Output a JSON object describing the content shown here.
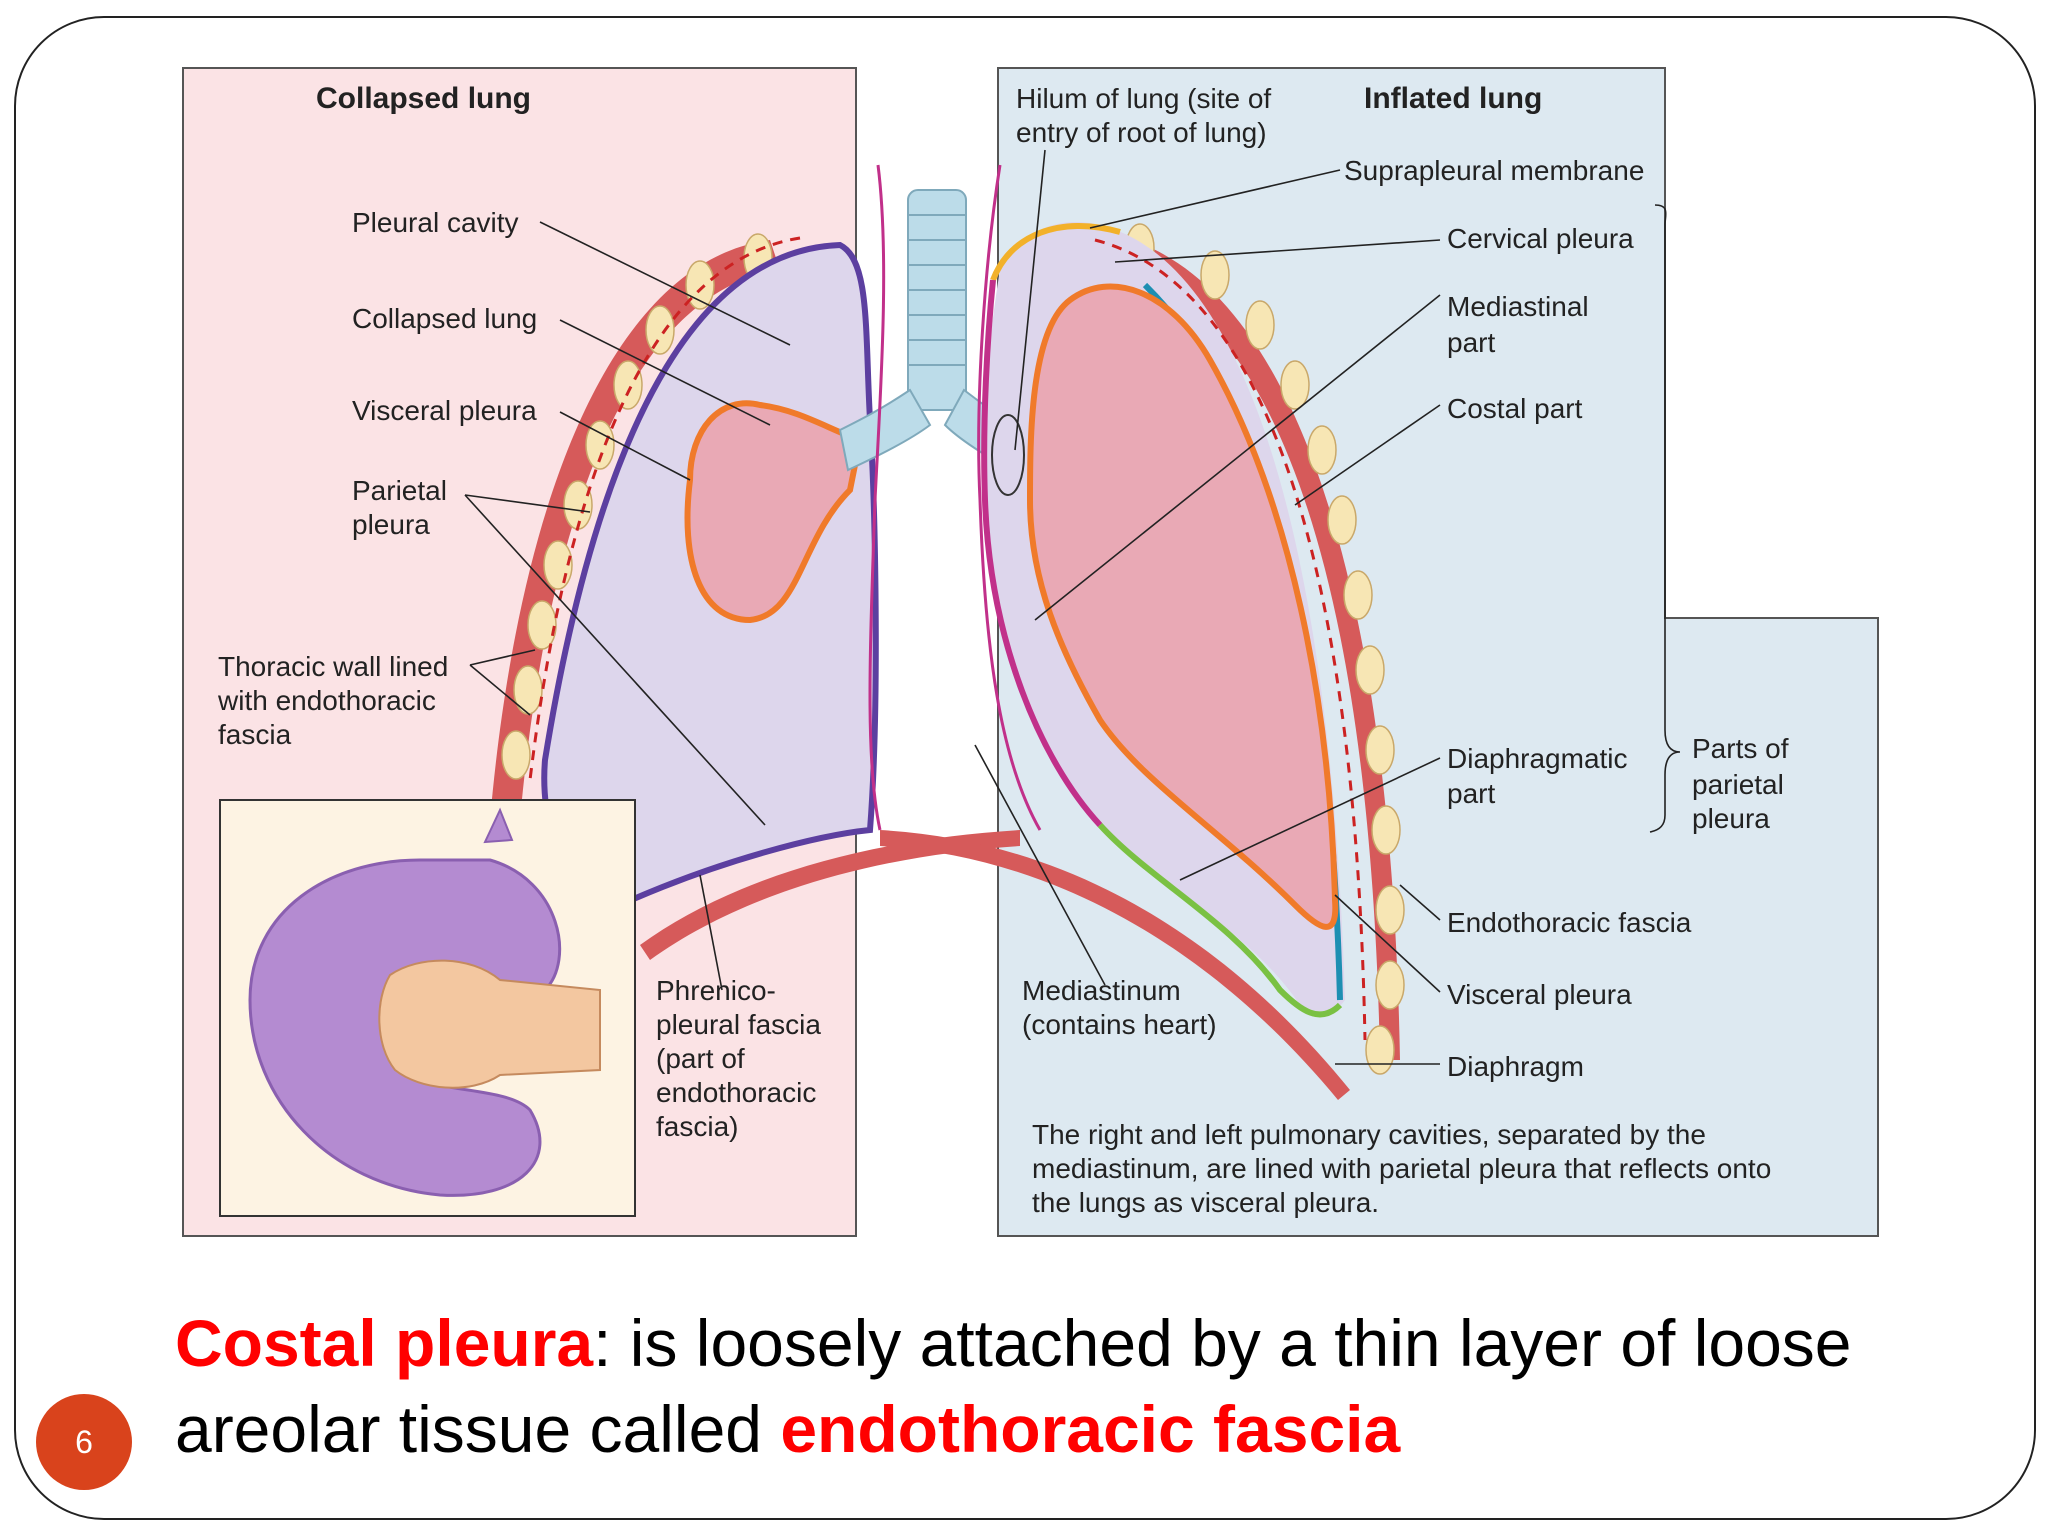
{
  "diagram": {
    "left_panel_title": "Collapsed lung",
    "right_panel_title": "Inflated lung",
    "labels_left": {
      "pleural_cavity": "Pleural cavity",
      "collapsed_lung": "Collapsed lung",
      "visceral_pleura": "Visceral pleura",
      "parietal_pleura_1": "Parietal",
      "parietal_pleura_2": "pleura",
      "thoracic_wall_1": "Thoracic wall lined",
      "thoracic_wall_2": "with endothoracic",
      "thoracic_wall_3": "fascia",
      "phrenico_1": "Phrenico-",
      "phrenico_2": "pleural fascia",
      "phrenico_3": "(part of",
      "phrenico_4": "endothoracic",
      "phrenico_5": "fascia)"
    },
    "labels_right": {
      "hilum_1": "Hilum of lung (site of",
      "hilum_2": "entry of root of lung)",
      "suprapleural": "Suprapleural membrane",
      "cervical": "Cervical pleura",
      "mediastinal_1": "Mediastinal",
      "mediastinal_2": "part",
      "costal": "Costal part",
      "diaphragmatic_1": "Diaphragmatic",
      "diaphragmatic_2": "part",
      "parts_1": "Parts of",
      "parts_2": "parietal",
      "parts_3": "pleura",
      "endothoracic": "Endothoracic fascia",
      "visceral": "Visceral pleura",
      "diaphragm": "Diaphragm",
      "mediastinum_1": "Mediastinum",
      "mediastinum_2": "(contains heart)"
    },
    "description": [
      "The right and left pulmonary cavities, separated by the",
      "mediastinum, are lined with parietal pleura that reflects onto",
      "the lungs as visceral pleura."
    ],
    "colors": {
      "left_panel_bg": "#fbe3e5",
      "right_panel_bg": "#dde9f1",
      "lung_fill": "#e9a9b5",
      "cavity_fill": "#ddd6ec",
      "visceral_line": "#f07a2a",
      "parietal_line": "#5c3fa0",
      "cervical_line": "#f2b12a",
      "costal_line": "#1d8fb2",
      "diaphragmatic_line": "#7ac143",
      "mediastinal_line": "#c1308a",
      "wall": "#d65a5a",
      "rib": "#f7e6b4",
      "trachea": "#bcdce9"
    }
  },
  "caption": {
    "part1_red": "Costal pleura",
    "part2": ":  is loosely attached by a thin layer of loose areolar tissue called ",
    "part3_red": "endothoracic fascia"
  },
  "page_number": "6"
}
